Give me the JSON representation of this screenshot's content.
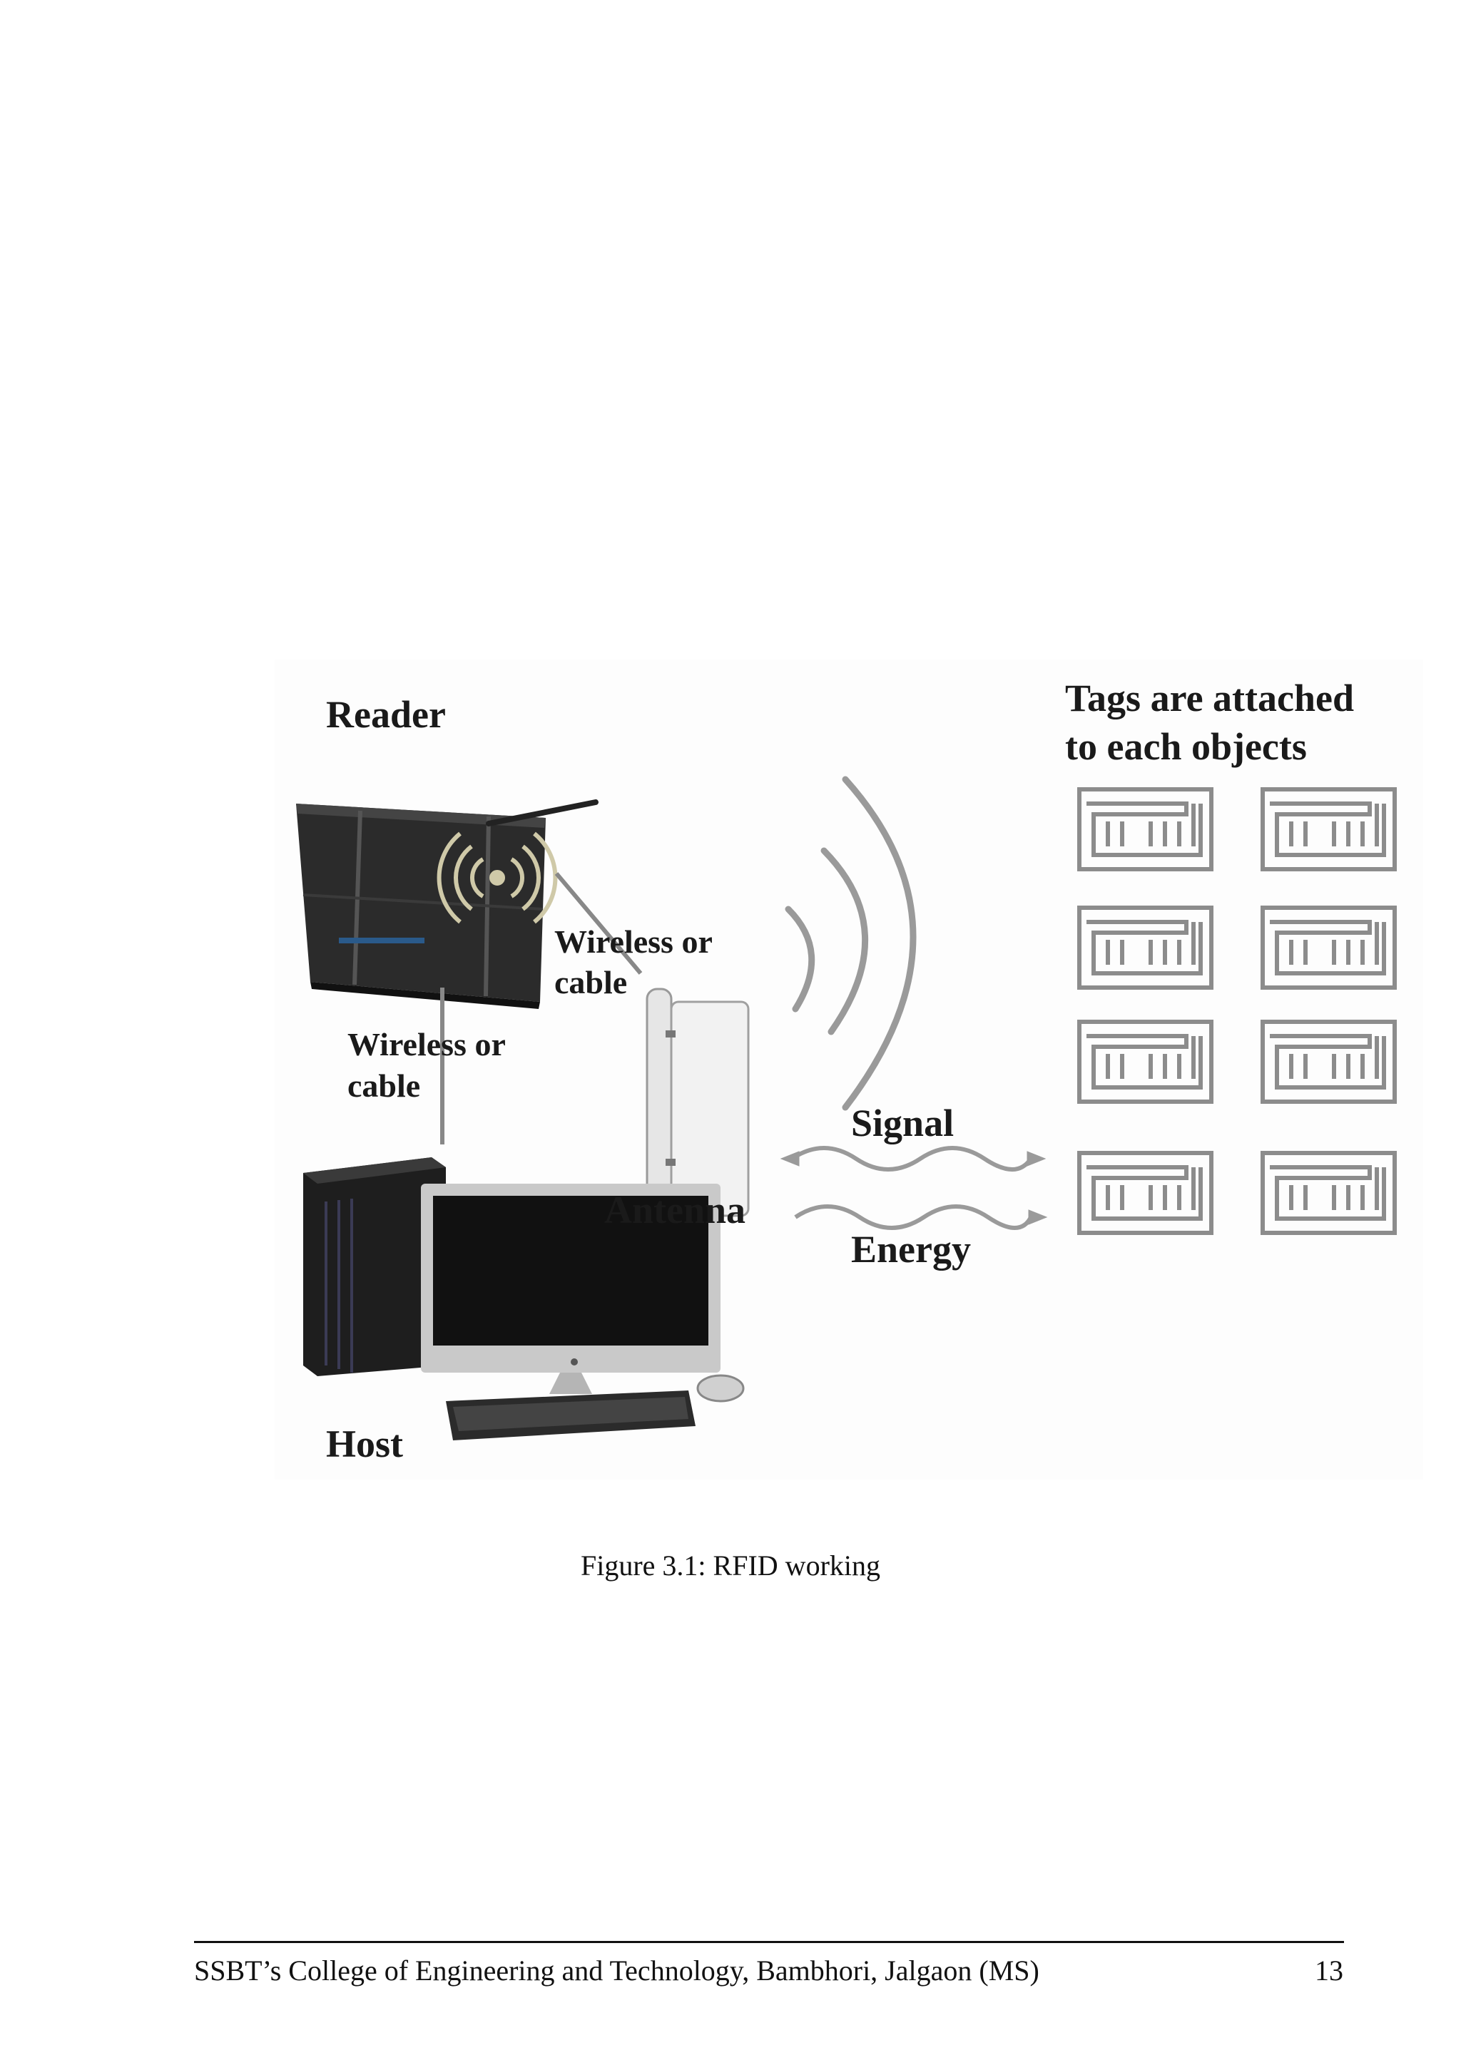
{
  "figure": {
    "labels": {
      "reader": "Reader",
      "tags_line1": "Tags are attached",
      "tags_line2": "to each objects",
      "wireless_top_line1": "Wireless  or",
      "wireless_top_line2": "cable",
      "wireless_left_line1": "Wireless  or",
      "wireless_left_line2": "cable",
      "antenna": "Antenna",
      "signal": "Signal",
      "energy": "Energy",
      "host": "Host"
    },
    "caption": "Figure 3.1: RFID working"
  },
  "footer": {
    "institution": "SSBT’s College of Engineering and Technology, Bambhori, Jalgaon (MS)",
    "page_number": "13"
  }
}
